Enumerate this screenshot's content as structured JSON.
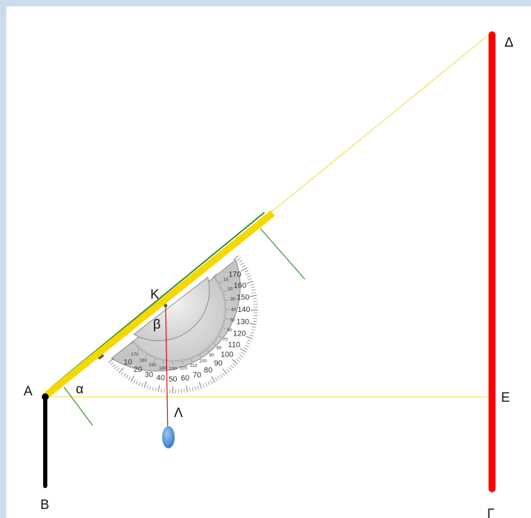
{
  "diagram": {
    "points": {
      "A": "Α",
      "B": "Β",
      "Gamma": "Γ",
      "Delta": "Δ",
      "E": "Ε",
      "K": "Κ",
      "Lambda": "Λ"
    },
    "angles": {
      "alpha": "α",
      "beta": "β"
    },
    "protractor": {
      "outer_scale": [
        "10",
        "20",
        "30",
        "40",
        "50",
        "60",
        "70",
        "80",
        "90",
        "100",
        "110",
        "120",
        "130",
        "140",
        "150",
        "160",
        "170"
      ],
      "inner_scale": [
        "170",
        "160",
        "150",
        "140",
        "130",
        "120",
        "110",
        "100",
        "90",
        "80",
        "70",
        "60",
        "50",
        "40",
        "30",
        "20",
        "10"
      ]
    },
    "colors": {
      "ruler": "#f5d800",
      "sight_line": "#f2e25a",
      "pole_ab": "#000000",
      "pole_gamma_delta": "#ff0000",
      "plumb_line": "#dd0000",
      "plumb_bob": "#4a90d9",
      "protractor": "#d3d3d3",
      "ruler_edge": "#2e8b2e"
    }
  }
}
